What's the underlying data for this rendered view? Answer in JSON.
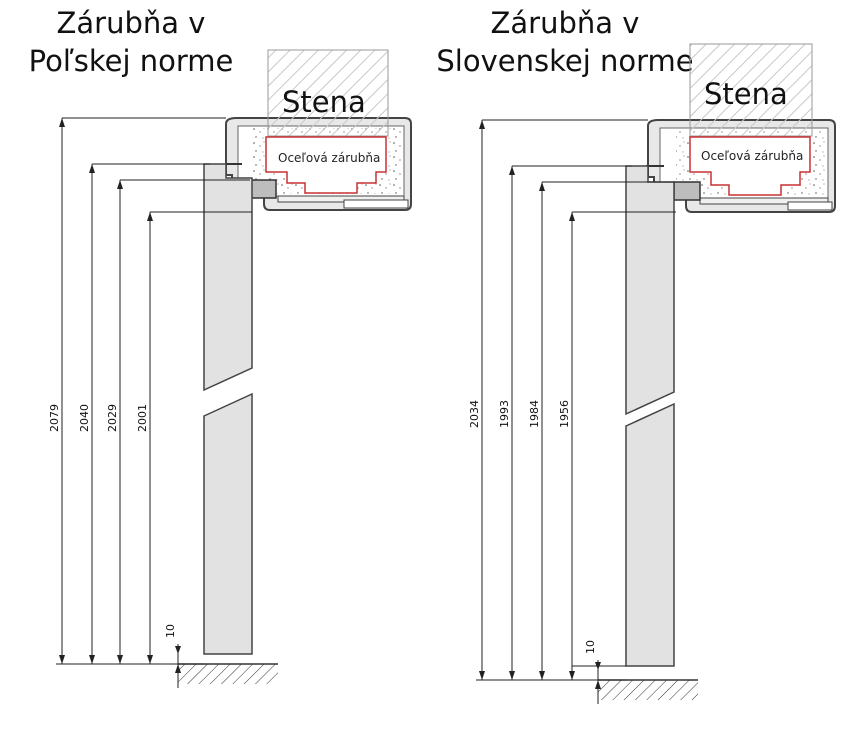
{
  "left": {
    "title_line1": "Zárubňa v",
    "title_line2": "Poľskej norme",
    "wall_label": "Stena",
    "frame_label": "Oceľová zárubňa",
    "dims": [
      "2079",
      "2040",
      "2029",
      "2001"
    ],
    "floor_gap": "10"
  },
  "right": {
    "title_line1": "Zárubňa v",
    "title_line2": "Slovenskej norme",
    "wall_label": "Stena",
    "frame_label": "Oceľová zárubňa",
    "dims": [
      "2034",
      "1993",
      "1984",
      "1956"
    ],
    "floor_gap": "10"
  }
}
